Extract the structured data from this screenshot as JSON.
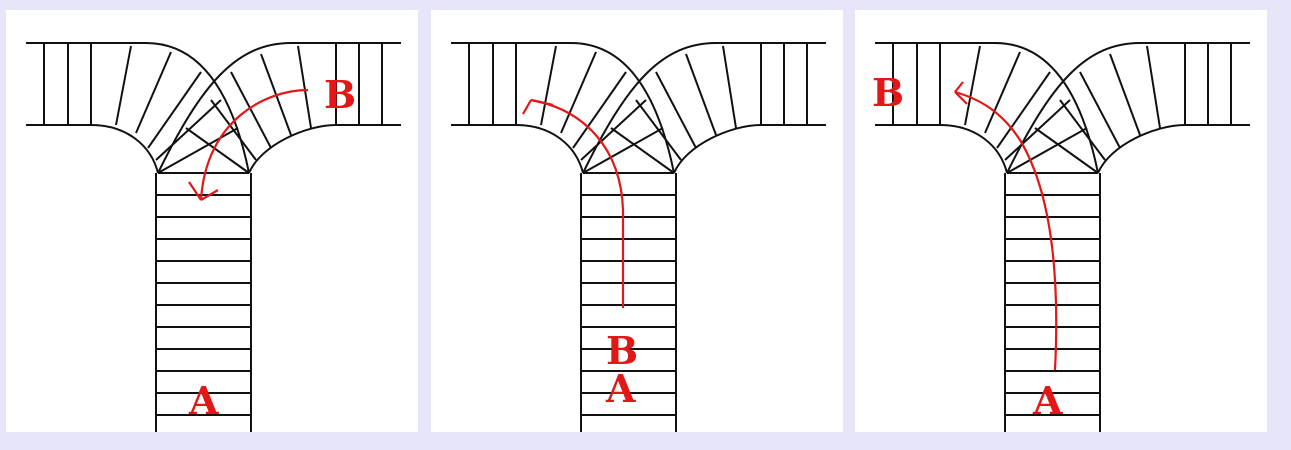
{
  "header": {
    "caption_fragment": ""
  },
  "panels": [
    {
      "start_label": "A",
      "end_label": "B"
    },
    {
      "start_label": "A",
      "end_label": "B"
    },
    {
      "start_label": "A",
      "end_label": "B"
    }
  ],
  "colors": {
    "background": "#e6e6f8",
    "panel_background": "#ffffff",
    "stair_lines": "#111111",
    "route": "#e01818"
  }
}
